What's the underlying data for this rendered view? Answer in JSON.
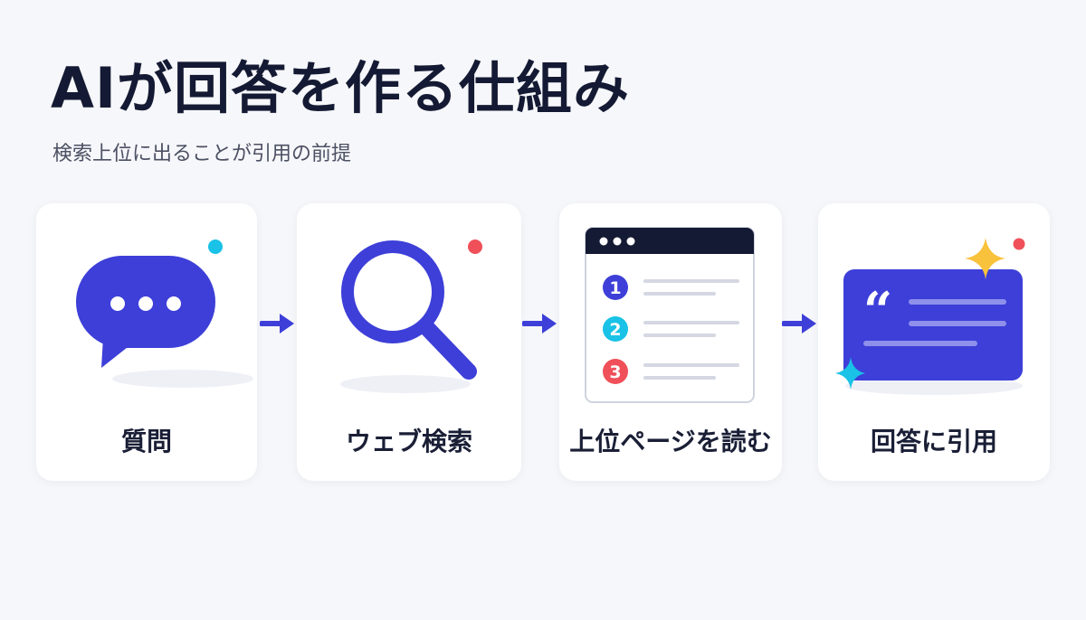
{
  "title": "AIが回答を作る仕組み",
  "subtitle": "検索上位に出ることが引用の前提",
  "colors": {
    "accent": "#3d3fd8",
    "cyan": "#19c2e6",
    "red": "#f0505a",
    "yellow": "#f9c23c",
    "dark": "#141a33"
  },
  "steps": [
    {
      "label": "質問",
      "icon": "speech-bubble-icon"
    },
    {
      "label": "ウェブ検索",
      "icon": "magnifier-icon"
    },
    {
      "label": "上位ページを読む",
      "icon": "browser-ranking-icon"
    },
    {
      "label": "回答に引用",
      "icon": "quote-card-icon"
    }
  ],
  "ranking": [
    "1",
    "2",
    "3"
  ],
  "quote_mark": "“"
}
